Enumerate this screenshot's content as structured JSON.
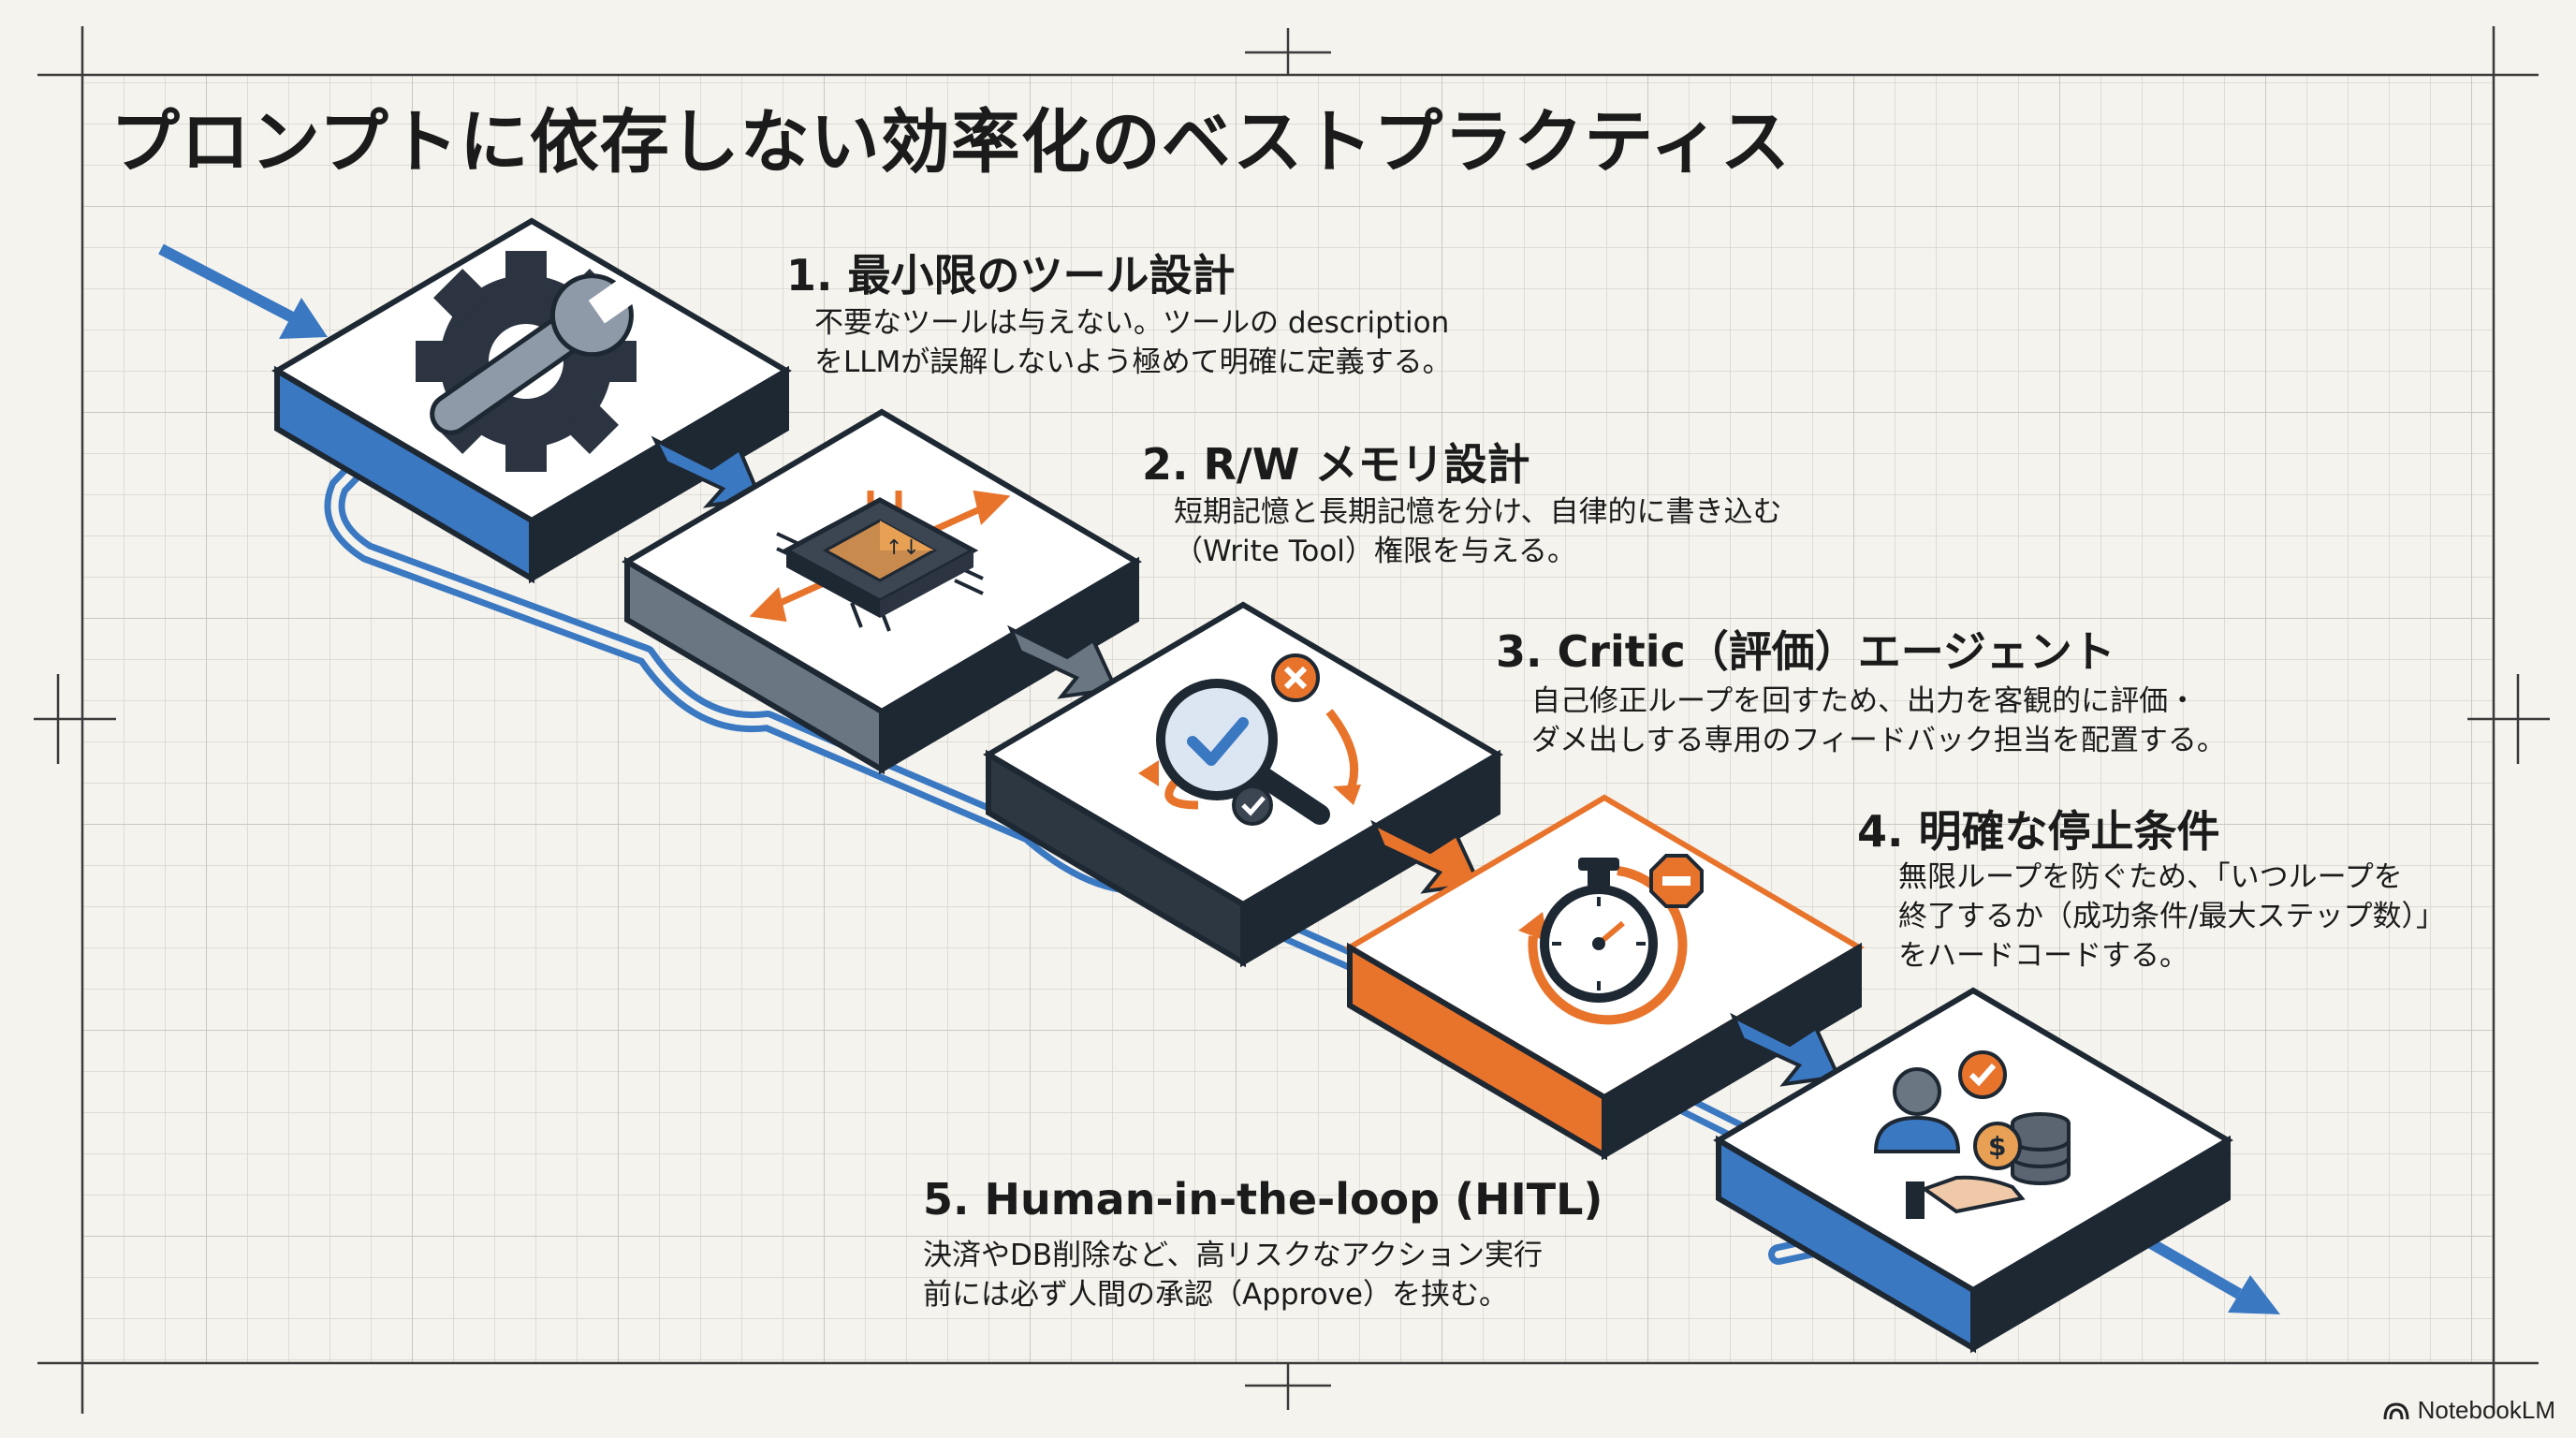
{
  "title": "プロンプトに依存しない効率化のベストプラクティス",
  "steps": [
    {
      "heading": "1. 最小限のツール設計",
      "lines": [
        "不要なツールは与えない。ツールの description",
        "をLLMが誤解しないよう極めて明確に定義する。"
      ],
      "icon": "gear-wrench-icon",
      "color": "#3a78c2"
    },
    {
      "heading": "2. R/W メモリ設計",
      "lines": [
        "短期記憶と長期記憶を分け、自律的に書き込む",
        "（Write Tool）権限を与える。"
      ],
      "icon": "memory-chip-icon",
      "color": "#6b7683"
    },
    {
      "heading": "3. Critic（評価）エージェント",
      "lines": [
        "自己修正ループを回すため、出力を客観的に評価・",
        "ダメ出しする専用のフィードバック担当を配置する。"
      ],
      "icon": "magnifier-check-icon",
      "color": "#2d3742"
    },
    {
      "heading": "4. 明確な停止条件",
      "lines": [
        "無限ループを防ぐため、「いつループを",
        "終了するか（成功条件/最大ステップ数）」",
        "をハードコードする。"
      ],
      "icon": "stopwatch-stop-icon",
      "color": "#e8742c"
    },
    {
      "heading": "5. Human-in-the-loop (HITL)",
      "lines": [
        "決済やDB削除など、高リスクなアクション実行",
        "前には必ず人間の承認（Approve）を挟む。"
      ],
      "icon": "human-approval-icon",
      "color": "#3a78c2"
    }
  ],
  "brand": "NotebookLM",
  "colors": {
    "blue": "#3a78c2",
    "orange": "#e8742c",
    "dark": "#1e2833",
    "gray": "#6b7683"
  }
}
